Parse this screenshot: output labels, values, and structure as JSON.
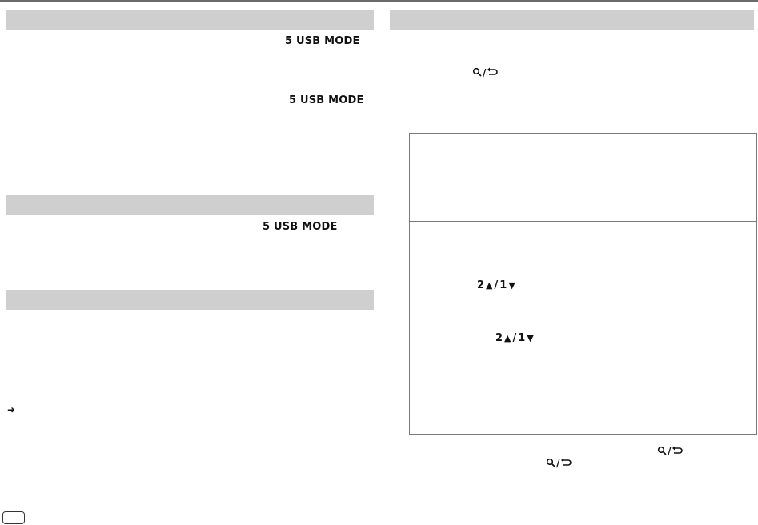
{
  "buttons": {
    "usb_mode": "5 USB MODE",
    "up_down_1": {
      "up": "2",
      "slash": "/",
      "down": "1"
    },
    "up_down_2": {
      "up": "2",
      "slash": "/",
      "down": "1"
    },
    "search_back_slash": "/"
  },
  "icons": {
    "search": "search-icon",
    "back": "back-arrow-icon",
    "triangle_up": "▲",
    "triangle_down": "▼",
    "arrow_right": "➜"
  },
  "colors": {
    "section_bar": "#cfcfcf",
    "top_rule": "#6a6a6a"
  }
}
